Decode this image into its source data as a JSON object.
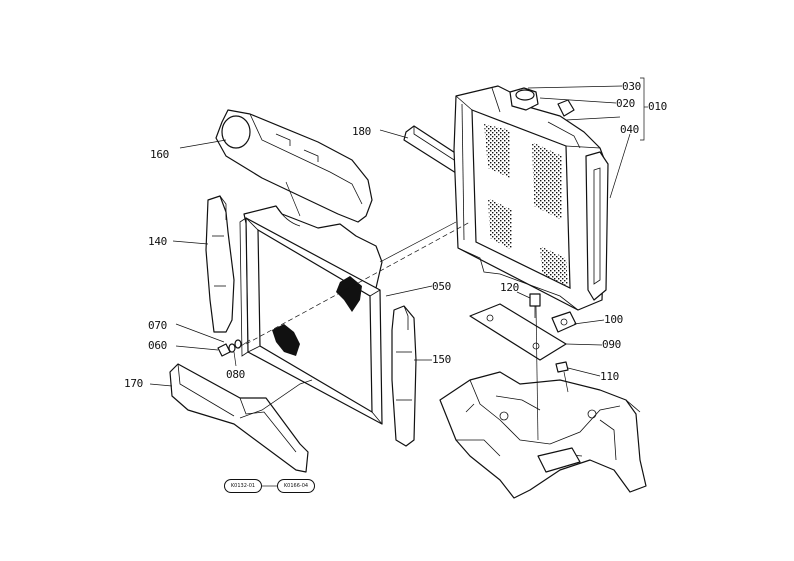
{
  "labels": {
    "p010": "010",
    "p020": "020",
    "p030": "030",
    "p040": "040",
    "p050": "050",
    "p060": "060",
    "p070": "070",
    "p080": "080",
    "p090": "090",
    "p100": "100",
    "p110": "110",
    "p120": "120",
    "p140": "140",
    "p150": "150",
    "p160": "160",
    "p170": "170",
    "p180": "180"
  },
  "refs": {
    "ref_left": "K0132-01",
    "ref_right": "K0166-04"
  }
}
